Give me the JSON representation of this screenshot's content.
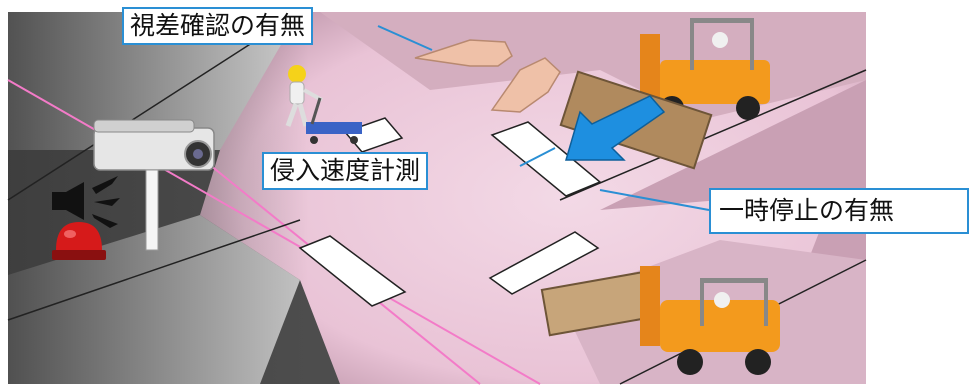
{
  "labels": {
    "visual_check": "視差確認の有無",
    "speed_measure": "侵入速度計測",
    "stop_check": "一時停止の有無"
  },
  "colors": {
    "callout_border": "#2a8fd4",
    "road_pink": "#ecc7da",
    "road_pink_dark": "#c8a3b4",
    "asphalt": "#5a5a5a",
    "sidewalk": "#c9c9c9",
    "forklift_orange": "#f39a1d",
    "arrow_blue": "#1e8fe0",
    "lamp_red": "#d61a1a"
  }
}
